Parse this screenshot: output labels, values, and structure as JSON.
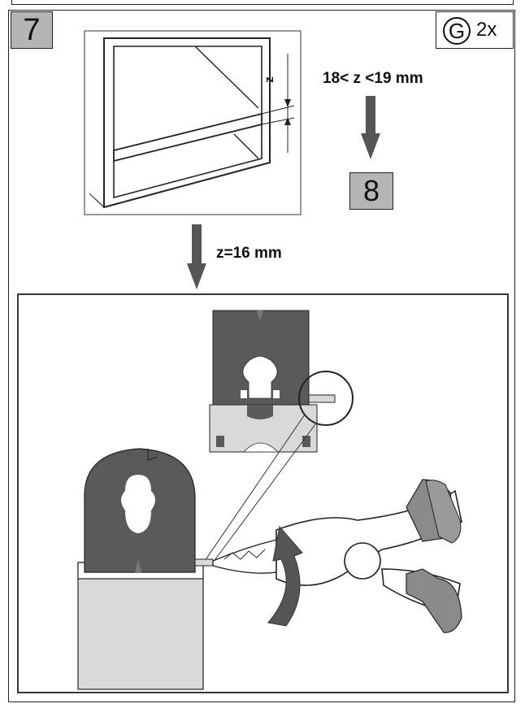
{
  "step_number": "7",
  "part": {
    "letter": "G",
    "quantity": "2x"
  },
  "measurement": {
    "dimension_symbol": "z",
    "range_label": "18< z <19 mm",
    "cut_label": "z=16 mm"
  },
  "next_step": "8",
  "colors": {
    "box_fill": "#b5b5b5",
    "dark_part": "#5a5a5a",
    "light_part": "#d9d9d9",
    "outline": "#222222"
  }
}
